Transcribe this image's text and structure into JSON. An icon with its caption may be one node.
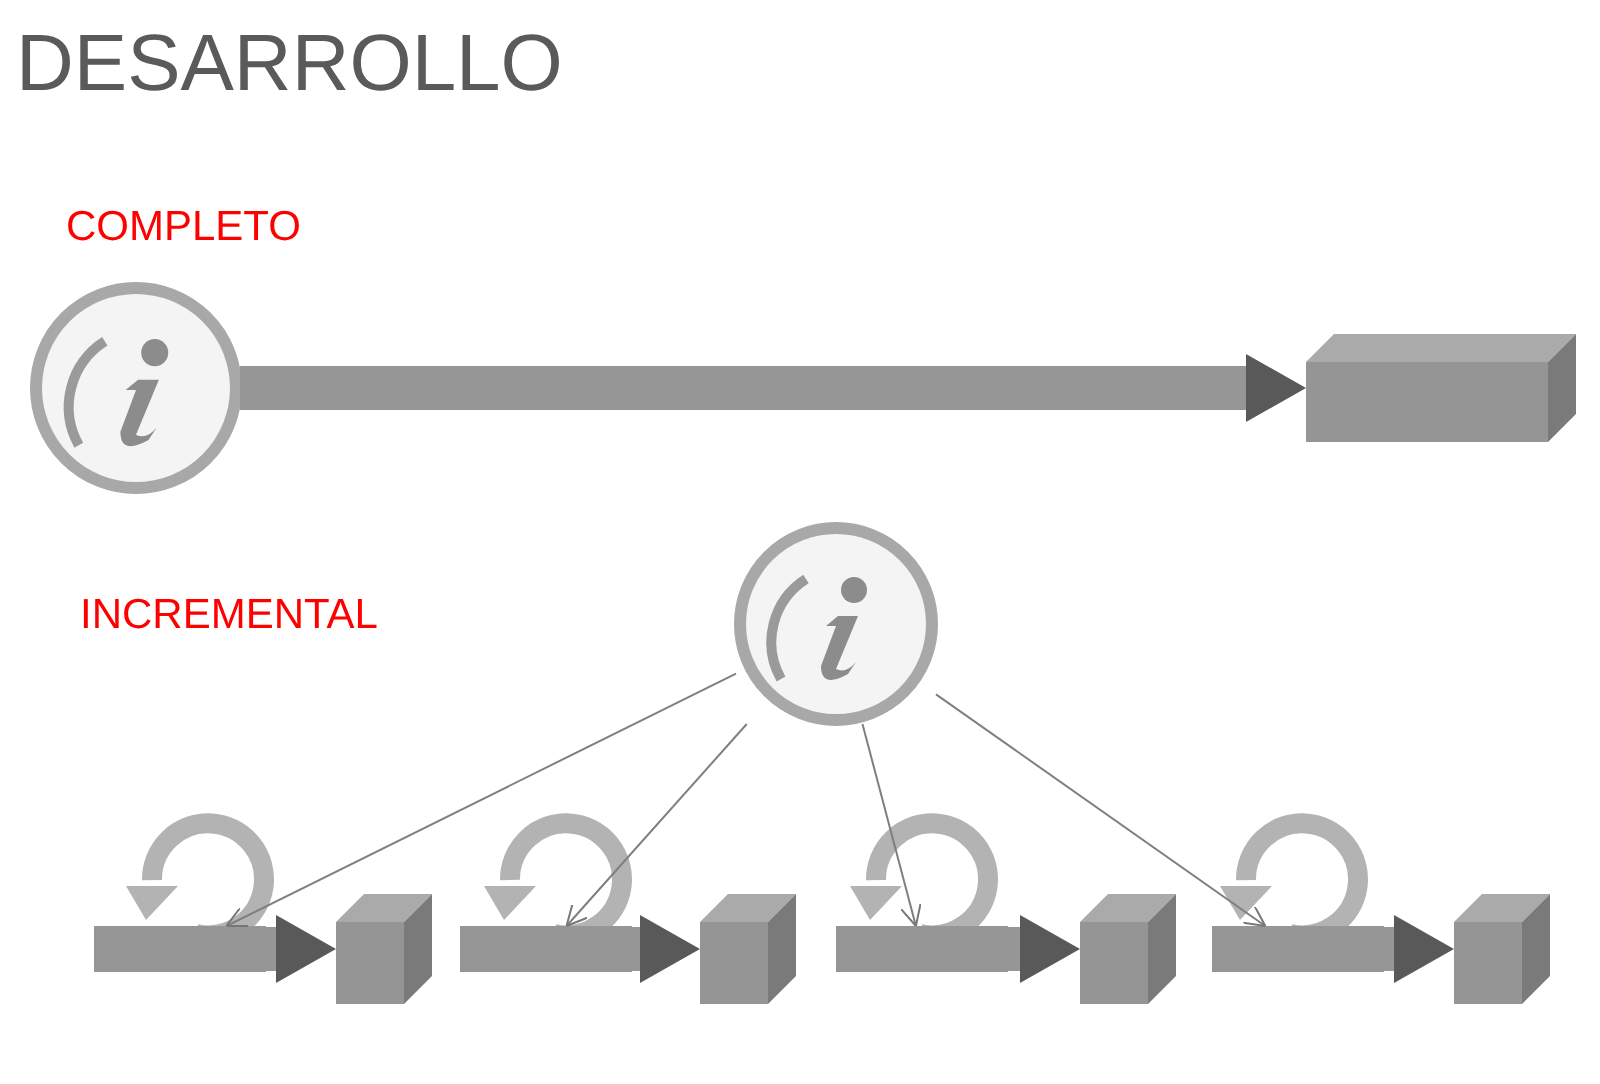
{
  "diagram": {
    "title": "DESARROLLO",
    "nodes": [
      {
        "text": [],
        "shape": "circle"
      },
      {
        "text": [],
        "shape": "box"
      },
      {
        "text": [],
        "shape": "circle"
      },
      {
        "text": [],
        "shape": "bar"
      },
      {
        "text": [],
        "shape": "box"
      },
      {
        "text": [],
        "shape": "bar"
      },
      {
        "text": [],
        "shape": "box"
      },
      {
        "text": [],
        "shape": "bar"
      },
      {
        "text": [],
        "shape": "box"
      },
      {
        "text": [],
        "shape": "bar"
      },
      {
        "text": [],
        "shape": "box"
      }
    ],
    "edges": [
      {
        "from": 0,
        "to": 1,
        "arrow": "to"
      },
      {
        "from": 2,
        "to": 3,
        "arrow": "to",
        "color": "#7f7f7f"
      },
      {
        "from": 2,
        "to": 5,
        "arrow": "to",
        "color": "#7f7f7f"
      },
      {
        "from": 2,
        "to": 7,
        "arrow": "to",
        "color": "#7f7f7f"
      },
      {
        "from": 2,
        "to": 9,
        "arrow": "to",
        "color": "#7f7f7f"
      },
      {
        "from": 3,
        "to": 4,
        "arrow": "to"
      },
      {
        "from": 5,
        "to": 6,
        "arrow": "to"
      },
      {
        "from": 7,
        "to": 8,
        "arrow": "to"
      },
      {
        "from": 9,
        "to": 10,
        "arrow": "to"
      }
    ],
    "labels": [
      "COMPLETO",
      "INCREMENTAL"
    ]
  }
}
